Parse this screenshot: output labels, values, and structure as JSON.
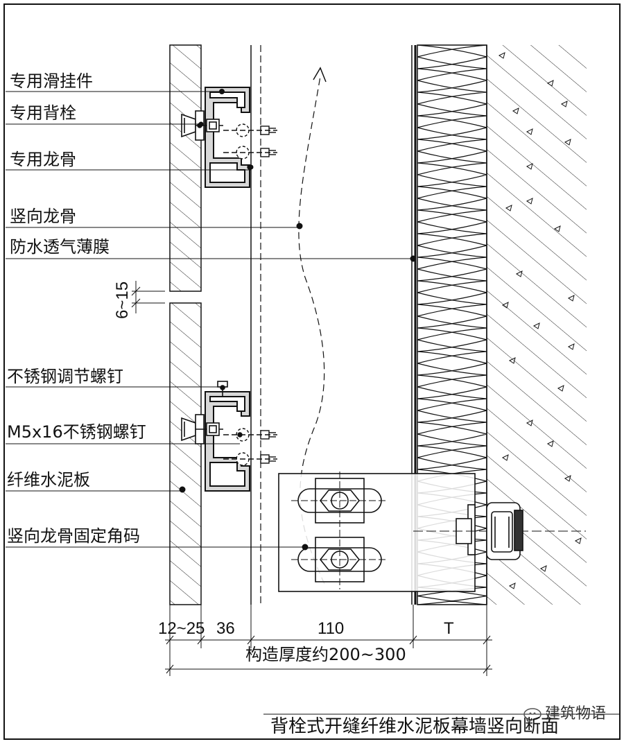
{
  "labels": {
    "slide_hanger": "专用滑挂件",
    "back_bolt": "专用背栓",
    "special_keel": "专用龙骨",
    "vertical_keel": "竖向龙骨",
    "membrane": "防水透气薄膜",
    "adjust_screw": "不锈钢调节螺钉",
    "m5_screw": "M5x16不锈钢螺钉",
    "fiber_board": "纤维水泥板",
    "keel_bracket": "竖向龙骨固定角码"
  },
  "dimensions": {
    "gap": "6~15",
    "board_thickness": "12~25",
    "keel_depth": "36",
    "cavity": "110",
    "insulation": "T",
    "total": "构造厚度约200~300"
  },
  "title": "背栓式开缝纤维水泥板幕墙竖向断面",
  "watermark": "建筑物语"
}
